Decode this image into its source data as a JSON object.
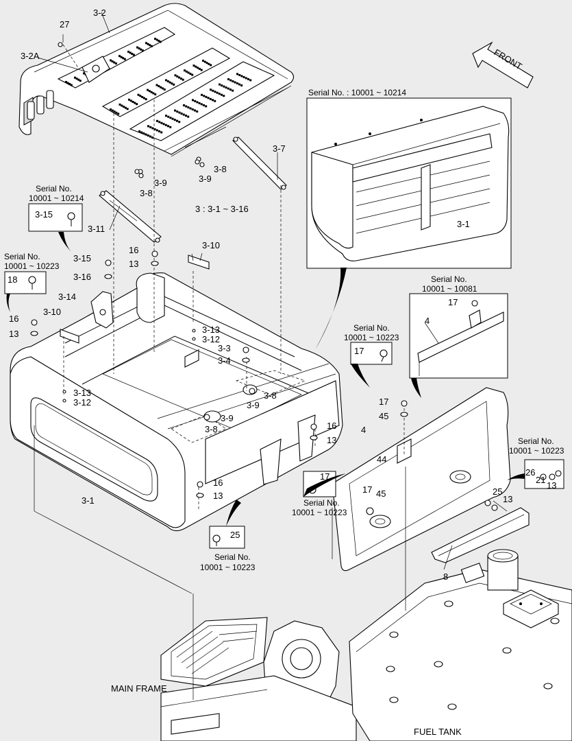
{
  "labels": {
    "l3_2": "3-2",
    "l27": "27",
    "l3_2a": "3-2A",
    "l3_7": "3-7",
    "l3_8a": "3-8",
    "l3_9a": "3-9",
    "l3_9b": "3-9",
    "l3_8b": "3-8",
    "l3_11": "3-11",
    "l3_10a": "3-10",
    "l16a": "16",
    "l13a": "13",
    "l3_15": "3-15",
    "l3_16": "3-16",
    "l3_14": "3-14",
    "l16b": "16",
    "l13b": "13",
    "l3_10b": "3-10",
    "l3_13a": "3-13",
    "l3_12a": "3-12",
    "l3_13b": "3-13",
    "l3_12b": "3-12",
    "l3_3": "3-3",
    "l3_4": "3-4",
    "l3_8c": "3-8",
    "l3_9c": "3-9",
    "l3_9d": "3-9",
    "l3_8d": "3-8",
    "l3_1a": "3-1",
    "l16c": "16",
    "l13c": "13",
    "l16d": "16",
    "l13d": "13",
    "l25a": "25",
    "l3_1b": "3-1",
    "l4a": "4",
    "l17a": "17",
    "l17b": "17",
    "l45a": "45",
    "l4b": "4",
    "l44": "44",
    "l17c": "17",
    "l17d": "17",
    "l45b": "45",
    "l25b": "25",
    "l13e": "13",
    "l26": "26",
    "l21": "21",
    "l13f": "13",
    "l8": "8",
    "l17e": "17",
    "l18": "18",
    "l3_15box": "3-15"
  },
  "group_note": "3 : 3-1 ~ 3-16",
  "front_label": "FRONT",
  "serial_notes": {
    "top_right": "Serial No. : 10001 ~ 10214",
    "left_a1": "Serial No.",
    "left_a2": "10001 ~ 10214",
    "left_b1": "Serial No.",
    "left_b2": "10001 ~ 10223",
    "mid_a1": "Serial No.",
    "mid_a2": "10001 ~ 10223",
    "right_a1": "Serial No.",
    "right_a2": "10001 ~ 10081",
    "right_b1": "Serial No.",
    "right_b2": "10001 ~ 10223",
    "bottom_a1": "Serial No.",
    "bottom_a2": "10001 ~ 10223",
    "bottom_b1": "Serial No.",
    "bottom_b2": "10001 ~ 10223"
  },
  "captions": {
    "main_frame": "MAIN FRAME",
    "fuel_tank": "FUEL TANK"
  }
}
